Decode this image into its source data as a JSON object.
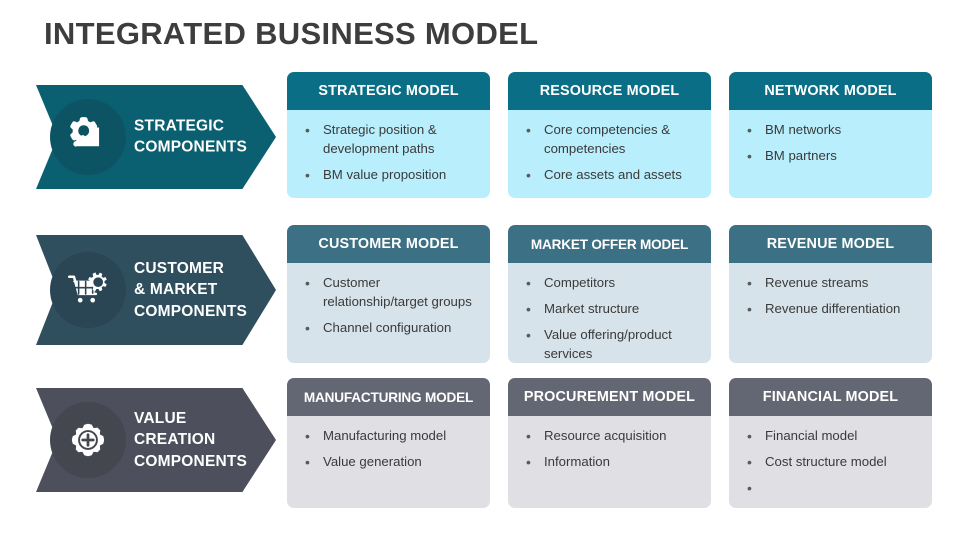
{
  "title": "INTEGRATED BUSINESS MODEL",
  "colors": {
    "title_text": "#3d3d3d",
    "row1_accent": "#0a6f86",
    "row1_body": "#b9eefc",
    "row1_banner": "#0a6070",
    "row2_accent": "#3c7084",
    "row2_body": "#d6e3ea",
    "row2_banner": "#2f4f5e",
    "row3_accent": "#636673",
    "row3_body": "#e0e0e4",
    "row3_banner": "#4d505c",
    "bullet_text": "#3a3a3a",
    "background": "#ffffff"
  },
  "rows": [
    {
      "label": "STRATEGIC\nCOMPONENTS",
      "icon": "gear-puzzle-icon",
      "cards": [
        {
          "title": "STRATEGIC MODEL",
          "bullets": [
            "Strategic position & development paths",
            "BM value proposition"
          ]
        },
        {
          "title": "RESOURCE MODEL",
          "bullets": [
            "Core competencies & competencies",
            "Core assets and assets"
          ]
        },
        {
          "title": "NETWORK MODEL",
          "bullets": [
            "BM networks",
            "BM partners"
          ]
        }
      ]
    },
    {
      "label": "CUSTOMER\n& MARKET\nCOMPONENTS",
      "icon": "shopping-cart-gear-icon",
      "cards": [
        {
          "title": "CUSTOMER MODEL",
          "bullets": [
            "Customer relationship/target groups",
            "Channel configuration"
          ]
        },
        {
          "title": "MARKET OFFER MODEL",
          "bullets": [
            "Competitors",
            "Market structure",
            "Value offering/product services"
          ]
        },
        {
          "title": "REVENUE MODEL",
          "bullets": [
            "Revenue streams",
            "Revenue differentiation"
          ]
        }
      ]
    },
    {
      "label": "VALUE\nCREATION\nCOMPONENTS",
      "icon": "gear-plus-icon",
      "cards": [
        {
          "title": "MANUFACTURING MODEL",
          "bullets": [
            "Manufacturing model",
            "Value generation"
          ]
        },
        {
          "title": "PROCUREMENT MODEL",
          "bullets": [
            "Resource acquisition",
            "Information"
          ]
        },
        {
          "title": "FINANCIAL MODEL",
          "bullets": [
            "Financial model",
            "Cost structure model"
          ]
        }
      ]
    }
  ]
}
